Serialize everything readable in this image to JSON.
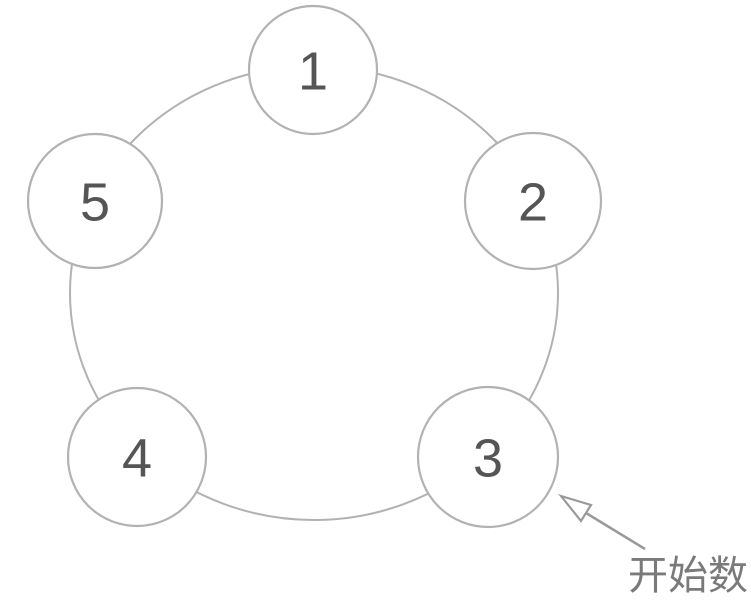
{
  "diagram": {
    "title": "counting-circle-diagram",
    "nodes": [
      {
        "label": "1",
        "position": "top"
      },
      {
        "label": "2",
        "position": "upper-right"
      },
      {
        "label": "3",
        "position": "lower-right"
      },
      {
        "label": "4",
        "position": "lower-left"
      },
      {
        "label": "5",
        "position": "upper-left"
      }
    ],
    "annotation": {
      "label": "开始数",
      "meaning": "start counting here",
      "points_to_node": "3"
    },
    "colors": {
      "background": "#ffffff",
      "ring_stroke": "#b2b2b2",
      "node_stroke": "#b2b2b2",
      "node_fill": "#ffffff",
      "number_text": "#555557",
      "arrow": "#9a9a9a",
      "annotation_text": "#7a7a7a"
    }
  }
}
